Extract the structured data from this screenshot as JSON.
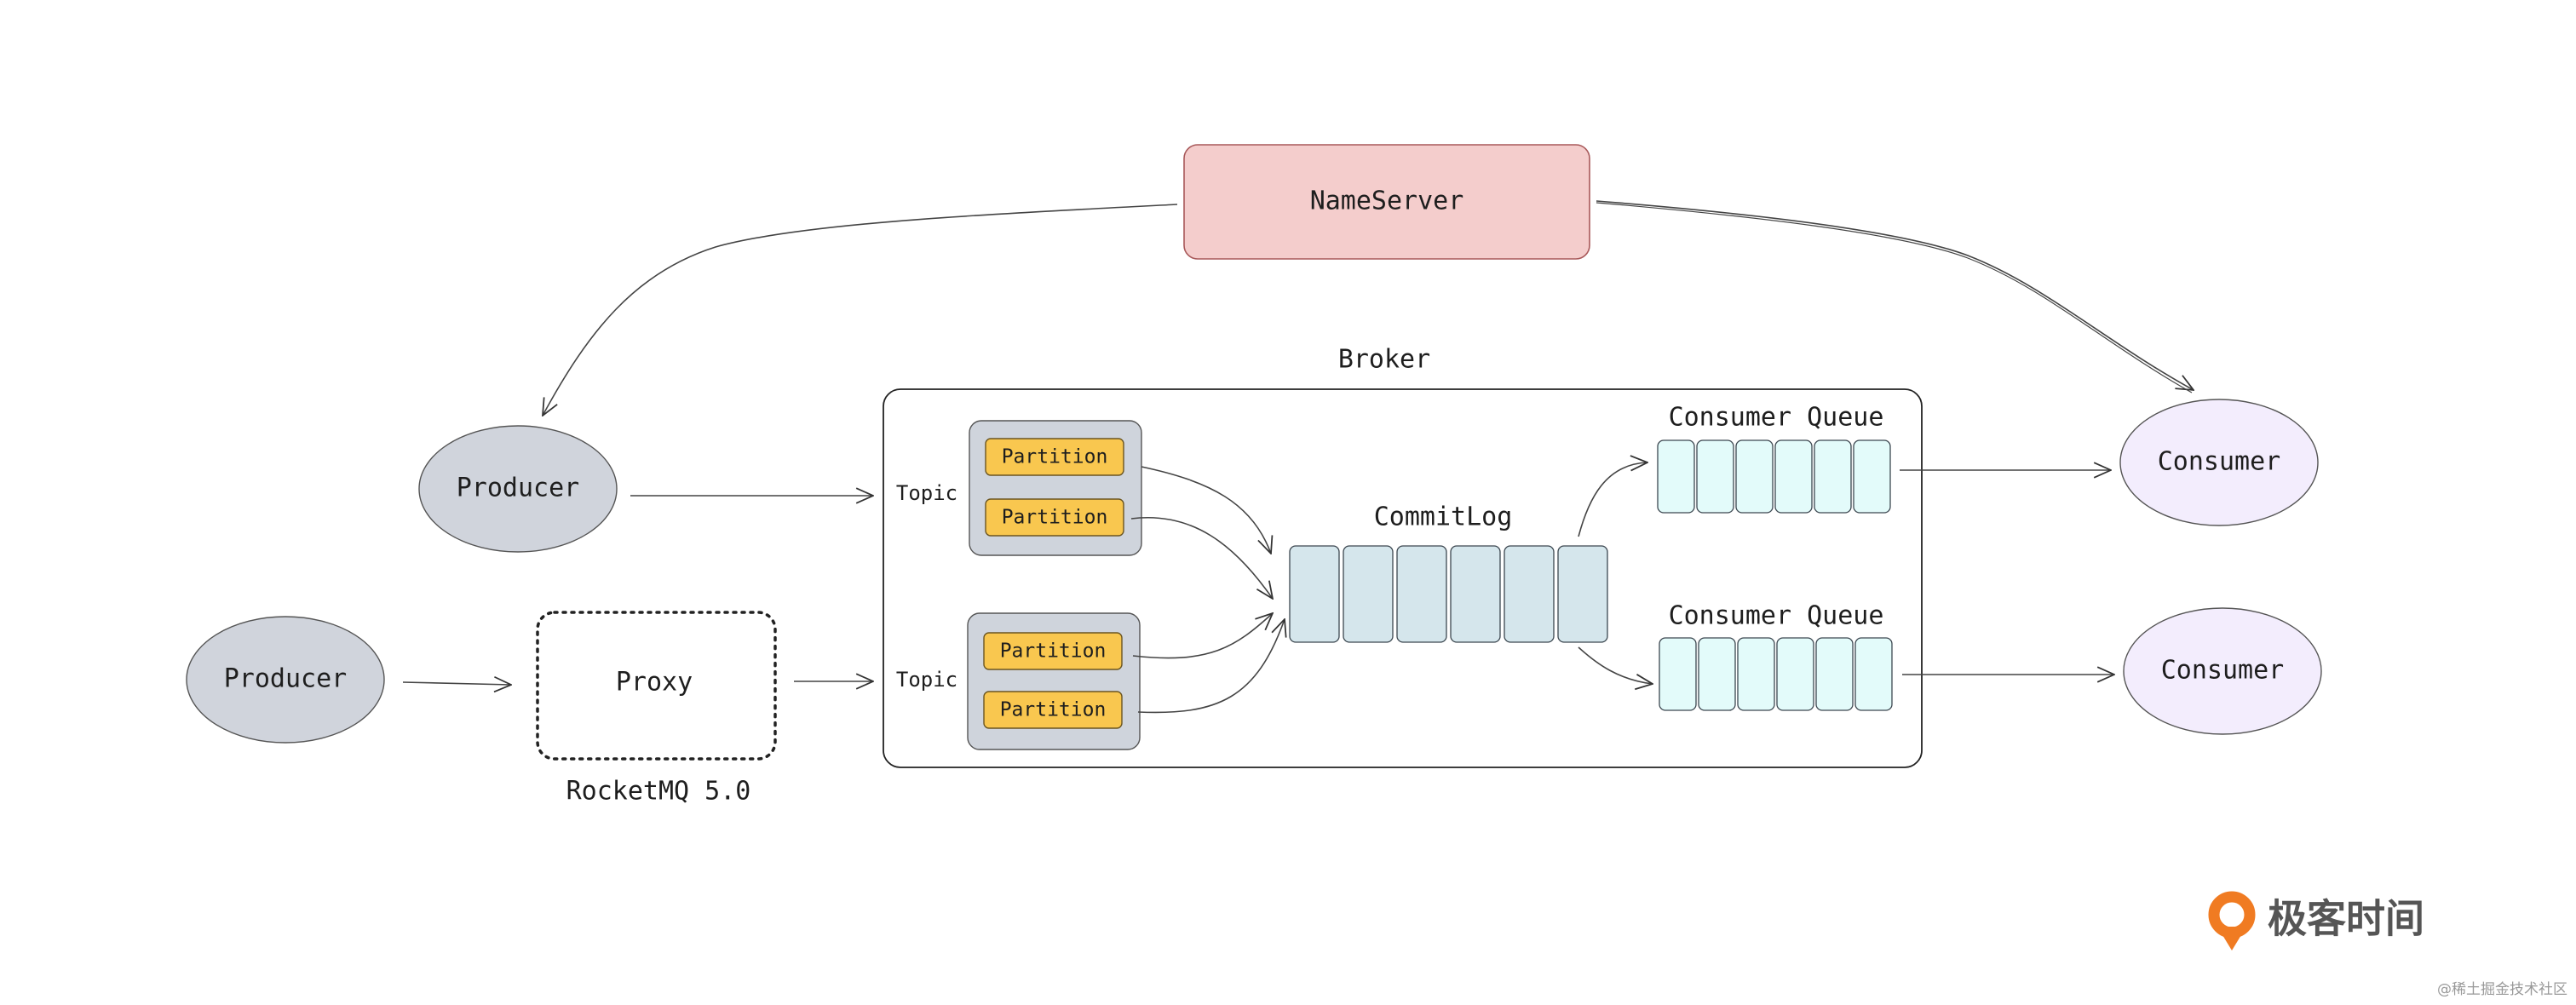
{
  "nameserver": {
    "label": "NameServer",
    "fill": "#f4cdcc",
    "stroke": "#a8595a"
  },
  "broker": {
    "label": "Broker"
  },
  "producers": [
    {
      "label": "Producer"
    },
    {
      "label": "Producer"
    }
  ],
  "proxy": {
    "label": "Proxy",
    "caption": "RocketMQ 5.0"
  },
  "topics": [
    {
      "label": "Topic",
      "partitions": [
        "Partition",
        "Partition"
      ]
    },
    {
      "label": "Topic",
      "partitions": [
        "Partition",
        "Partition"
      ]
    }
  ],
  "commitlog": {
    "label": "CommitLog"
  },
  "consumer_queues": [
    {
      "label": "Consumer Queue"
    },
    {
      "label": "Consumer Queue"
    }
  ],
  "consumers": [
    {
      "label": "Consumer"
    },
    {
      "label": "Consumer"
    }
  ],
  "watermark": {
    "brand": "极客时间",
    "sub": "@稀土掘金技术社区"
  },
  "colors": {
    "producer_fill": "#d0d4dc",
    "consumer_fill": "#f3edfd",
    "partition_fill": "#f9c74f",
    "topic_group_fill": "#cfd4dc",
    "commitlog_cell": "#d5e6ec",
    "queue_cell": "#e3fbfa",
    "brand_orange": "#f07b22"
  }
}
